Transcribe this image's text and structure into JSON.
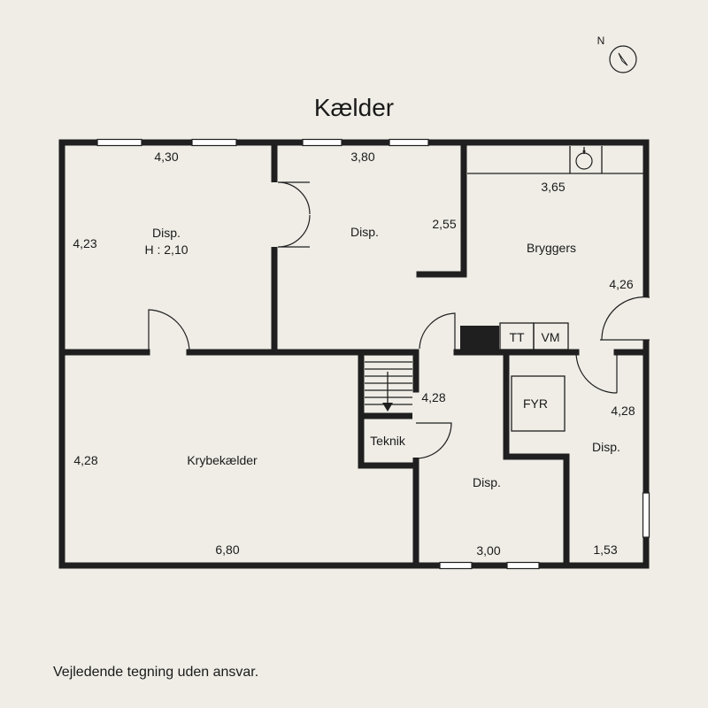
{
  "compass": {
    "north_label": "N",
    "icon": "compass-icon"
  },
  "title": "Kælder",
  "rooms": [
    {
      "name": "Disp.",
      "extra": "H : 2,10"
    },
    {
      "name": "Disp."
    },
    {
      "name": "Bryggers"
    },
    {
      "name": "Krybekælder"
    },
    {
      "name": "Teknik"
    },
    {
      "name": "Disp."
    },
    {
      "name": "Disp."
    },
    {
      "name": "FYR"
    }
  ],
  "fixtures": {
    "tt": "TT",
    "vm": "VM",
    "sink_icon": "sink-icon",
    "stairs_icon": "stairs-arrow-icon"
  },
  "dimensions": {
    "d430": "4,30",
    "d380": "3,80",
    "d365": "3,65",
    "d423": "4,23",
    "d255": "2,55",
    "d426": "4,26",
    "d428a": "4,28",
    "d428b": "4,28",
    "d428c": "4,28",
    "d680": "6,80",
    "d300": "3,00",
    "d153": "1,53"
  },
  "disclaimer": "Vejledende tegning uden ansvar.",
  "colors": {
    "background": "#efede6",
    "wall": "#1f1f1f",
    "window": "#ffffff"
  }
}
